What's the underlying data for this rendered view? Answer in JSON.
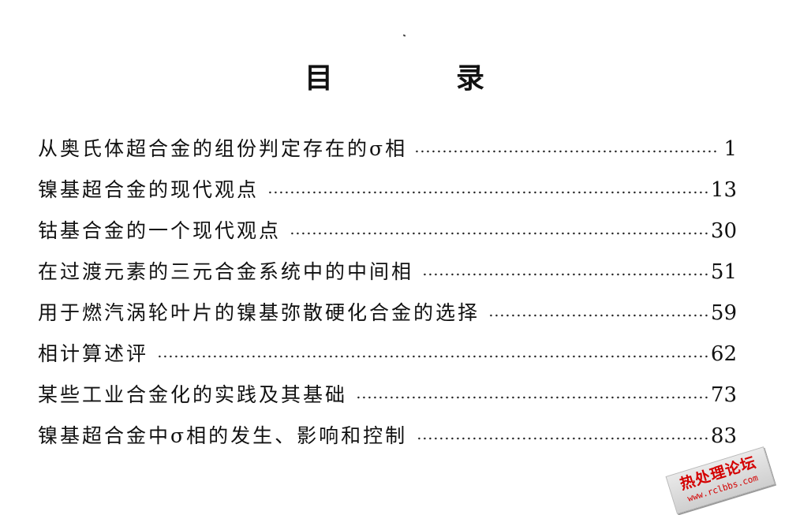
{
  "title": {
    "part1": "目",
    "part2": "录"
  },
  "toc": [
    {
      "title": "从奥氏体超合金的组份判定存在的σ相",
      "page": "1"
    },
    {
      "title": "镍基超合金的现代观点",
      "page": "13"
    },
    {
      "title": "钴基合金的一个现代观点",
      "page": "30"
    },
    {
      "title": "在过渡元素的三元合金系统中的中间相",
      "page": "51"
    },
    {
      "title": "用于燃汽涡轮叶片的镍基弥散硬化合金的选择",
      "page": "59"
    },
    {
      "title": "相计算述评",
      "page": "62"
    },
    {
      "title": "某些工业合金化的实践及其基础",
      "page": "73"
    },
    {
      "title": "镍基超合金中σ相的发生、影响和控制",
      "page": "83"
    }
  ],
  "stamp": {
    "main": "热处理论坛",
    "sub": "www.rclbbs.com"
  },
  "colors": {
    "text": "#111111",
    "stamp": "#d40000"
  }
}
